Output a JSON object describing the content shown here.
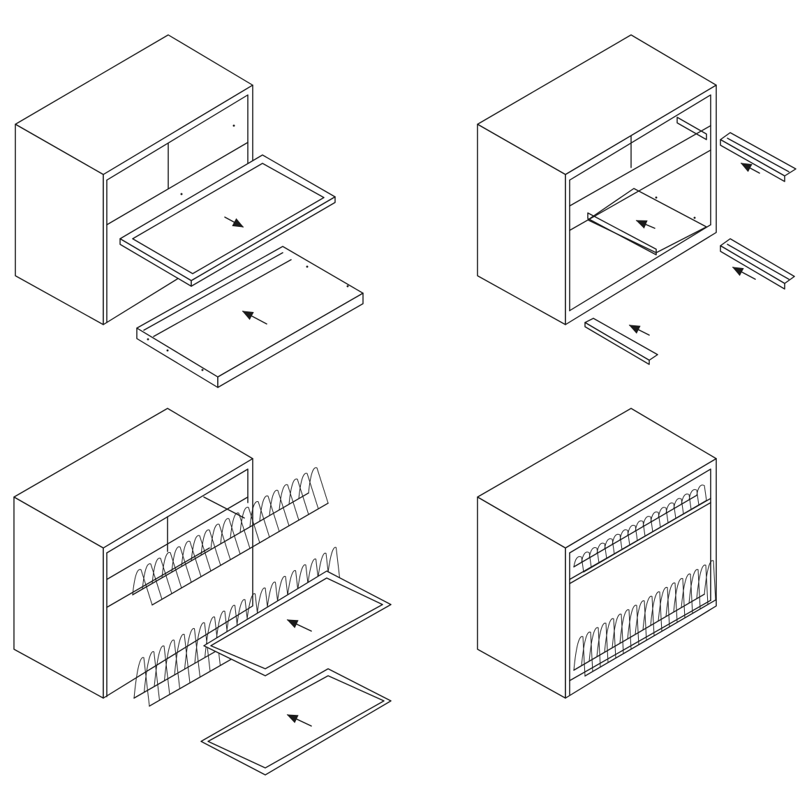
{
  "diagram": {
    "panels": [
      {
        "id": "step-1-drawer-frames"
      },
      {
        "id": "step-2-side-rails"
      },
      {
        "id": "step-3-racks-and-trays"
      },
      {
        "id": "step-4-assembled"
      }
    ],
    "colors": {
      "line": "#1a1a1a",
      "background": "#ffffff"
    }
  }
}
